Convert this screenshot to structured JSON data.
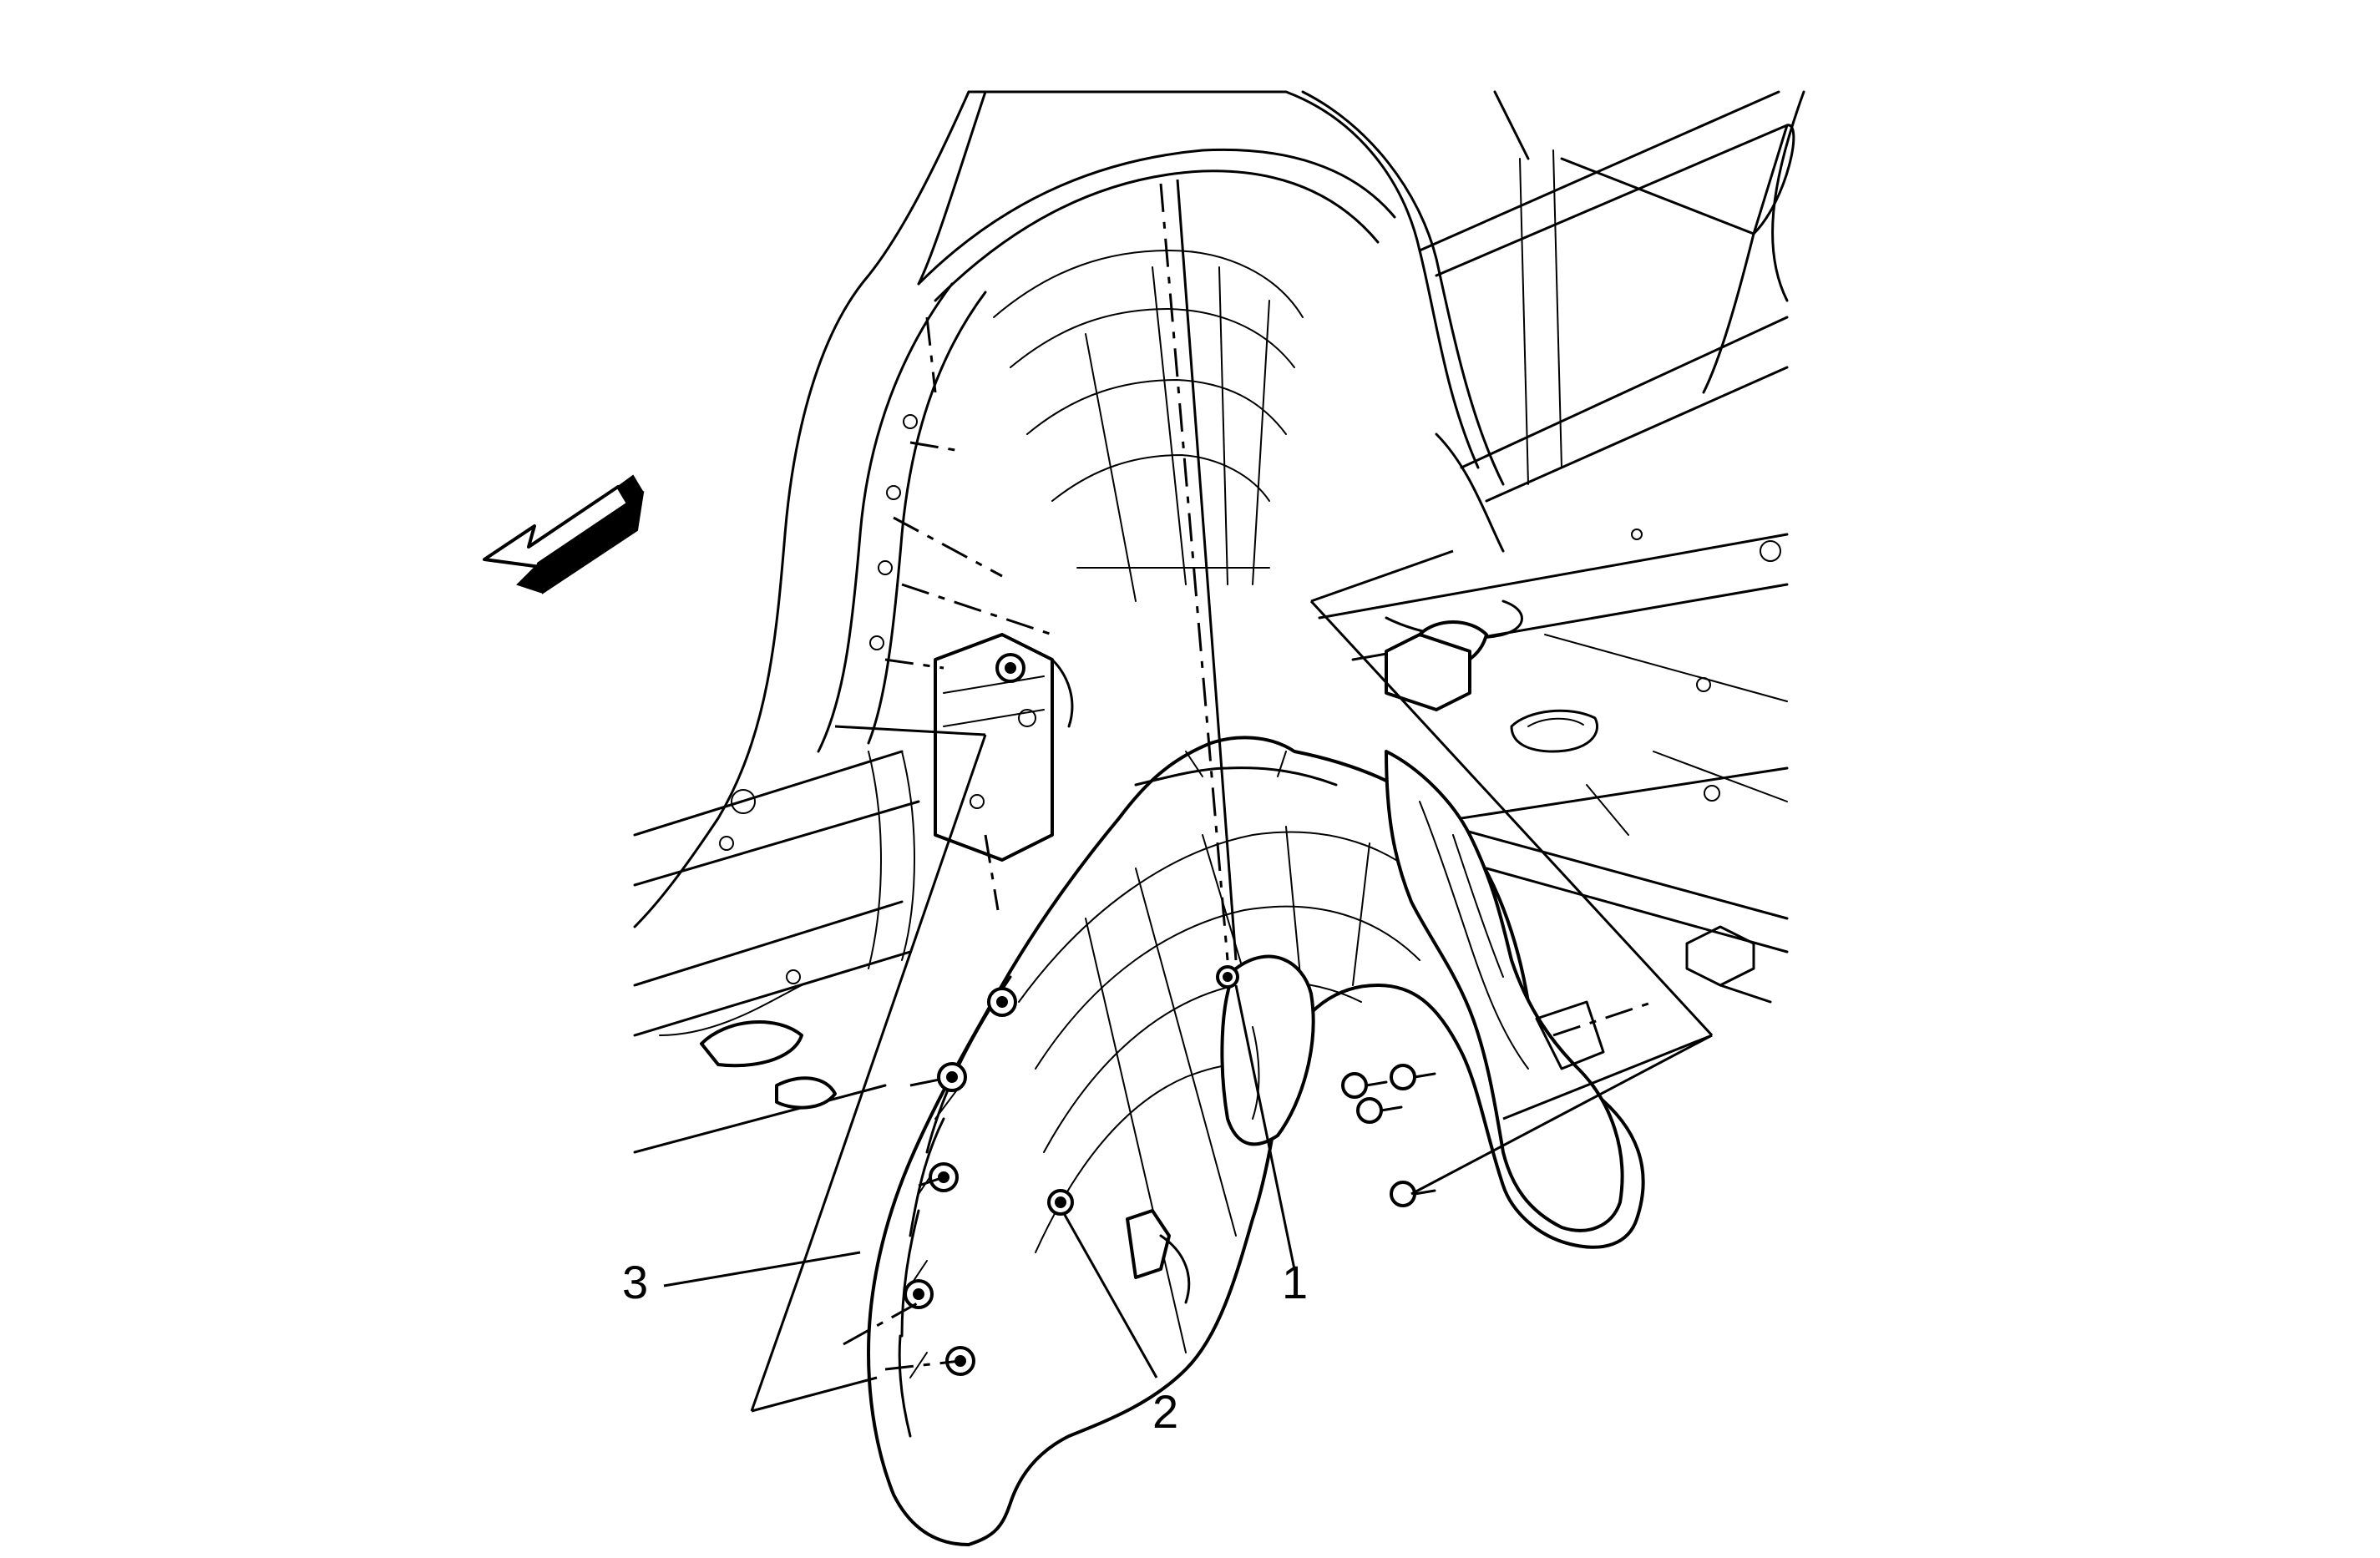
{
  "callouts": {
    "one": "1",
    "two": "2",
    "three": "3"
  },
  "colors": {
    "ink": "#000000",
    "paper": "#ffffff"
  },
  "icons": {
    "direction_arrow": "front-direction-arrow-icon"
  }
}
